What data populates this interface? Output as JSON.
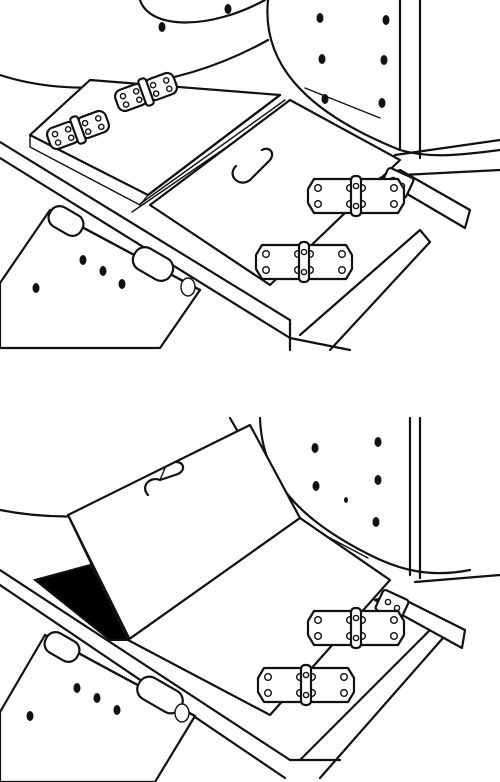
{
  "figure": {
    "panels": [
      {
        "state": "hatch closed",
        "hinges": 4
      },
      {
        "state": "hatch open",
        "hinges": 2
      }
    ],
    "ink_color": "#111111",
    "paper_color": "#ffffff"
  }
}
